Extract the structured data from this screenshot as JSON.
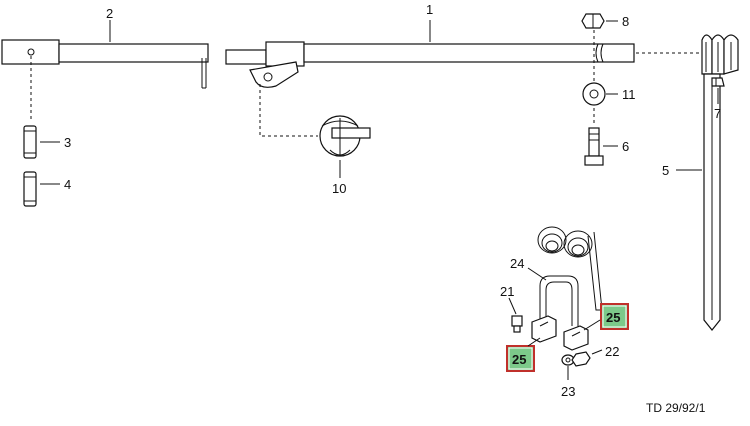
{
  "callouts": {
    "c1": "1",
    "c2": "2",
    "c3": "3",
    "c4": "4",
    "c5": "5",
    "c6": "6",
    "c7": "7",
    "c8": "8",
    "c10": "10",
    "c11": "11",
    "c21": "21",
    "c22": "22",
    "c23": "23",
    "c24": "24",
    "c25a": "25",
    "c25b": "25"
  },
  "reference": "TD 29/92/1",
  "highlight_color": "#7cc98a",
  "highlight_border": "#c0302b"
}
